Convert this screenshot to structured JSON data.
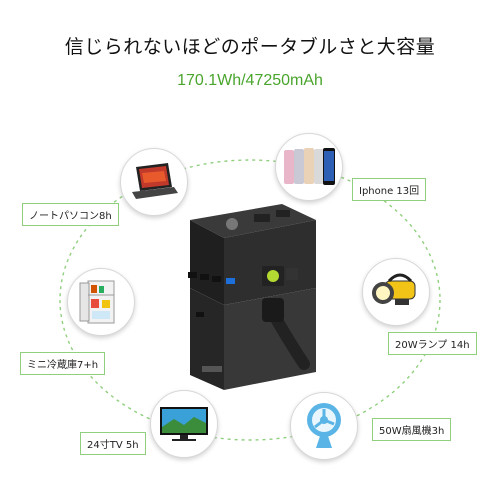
{
  "headline": "信じられないほどのポータブルさと大容量",
  "capacity": "170.1Wh/47250mAh",
  "uses": {
    "laptop": "ノートパソコン8h",
    "phone": "Iphone 13回",
    "lamp": "20Wランプ 14h",
    "fan": "50W扇風機3h",
    "tv": "24寸TV 5h",
    "fridge": "ミニ冷蔵庫7+h"
  },
  "colors": {
    "accent": "#4aa52d",
    "device_body": "#2b2b2b",
    "usb_blue": "#1e6fd9",
    "lamp_yellow": "#f2c417",
    "fan_blue": "#5ab4e6"
  }
}
